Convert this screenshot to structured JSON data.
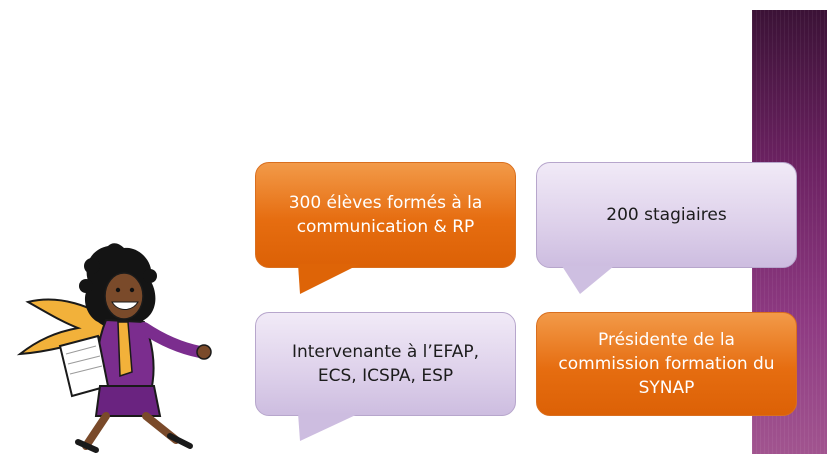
{
  "bubbles": [
    {
      "text": "300 élèves formés à la communication & RP",
      "style": "orange"
    },
    {
      "text": "200 stagiaires",
      "style": "purple"
    },
    {
      "text": "Intervenante à l’EFAP, ECS, ICSPA, ESP",
      "style": "purple"
    },
    {
      "text": "Présidente de la commission formation du SYNAP",
      "style": "orange"
    }
  ],
  "colors": {
    "orange": "#e66d10",
    "purple_light": "#ddd0ea",
    "sidebar_purple": "#6c2262"
  },
  "illustration": "cartoon-woman-walking-with-papers"
}
